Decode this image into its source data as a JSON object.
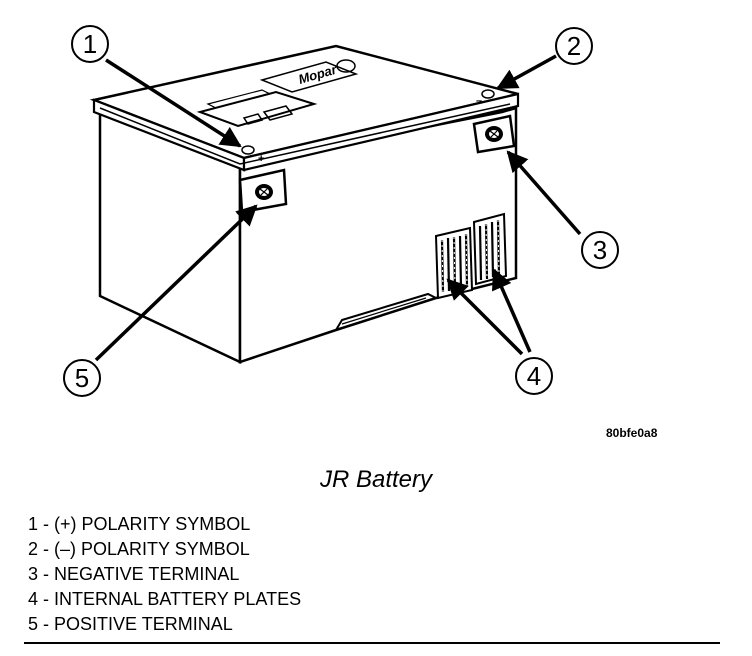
{
  "figure": {
    "callouts": [
      "1",
      "2",
      "3",
      "4",
      "5"
    ],
    "brand_mark": "Mopar",
    "plus_mark": "+",
    "minus_mark": "–",
    "image_code": "80bfe0a8"
  },
  "caption": "JR Battery",
  "legend": {
    "items": [
      "1 - (+) POLARITY SYMBOL",
      "2 - (–) POLARITY SYMBOL",
      "3 - NEGATIVE TERMINAL",
      "4 - INTERNAL BATTERY PLATES",
      "5 - POSITIVE TERMINAL"
    ]
  }
}
